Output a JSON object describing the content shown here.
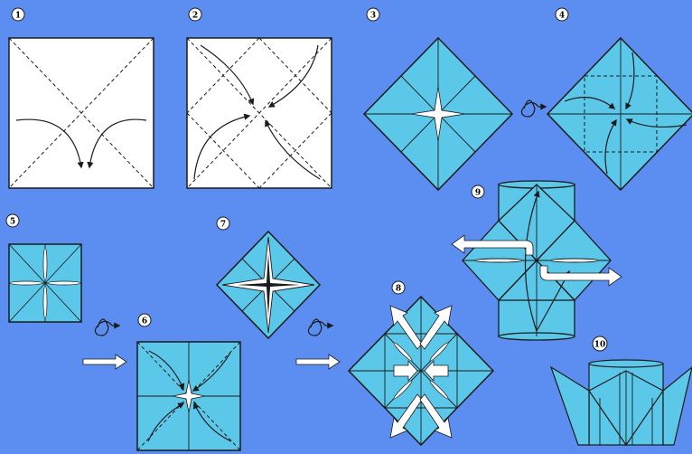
{
  "colors": {
    "background": "#5b8ef0",
    "paper_white": "#ffffff",
    "paper_blue": "#5bc8ea",
    "line": "#1b1b1b",
    "arrow_fill": "#ffffff"
  },
  "steps": [
    {
      "number": "1"
    },
    {
      "number": "2"
    },
    {
      "number": "3"
    },
    {
      "number": "4"
    },
    {
      "number": "5"
    },
    {
      "number": "6"
    },
    {
      "number": "7"
    },
    {
      "number": "8"
    },
    {
      "number": "9"
    },
    {
      "number": "10"
    }
  ],
  "icons": [
    "turn-over-icon",
    "next-step-arrow-icon",
    "fold-arrow-icon",
    "pull-out-arrow-icon"
  ]
}
